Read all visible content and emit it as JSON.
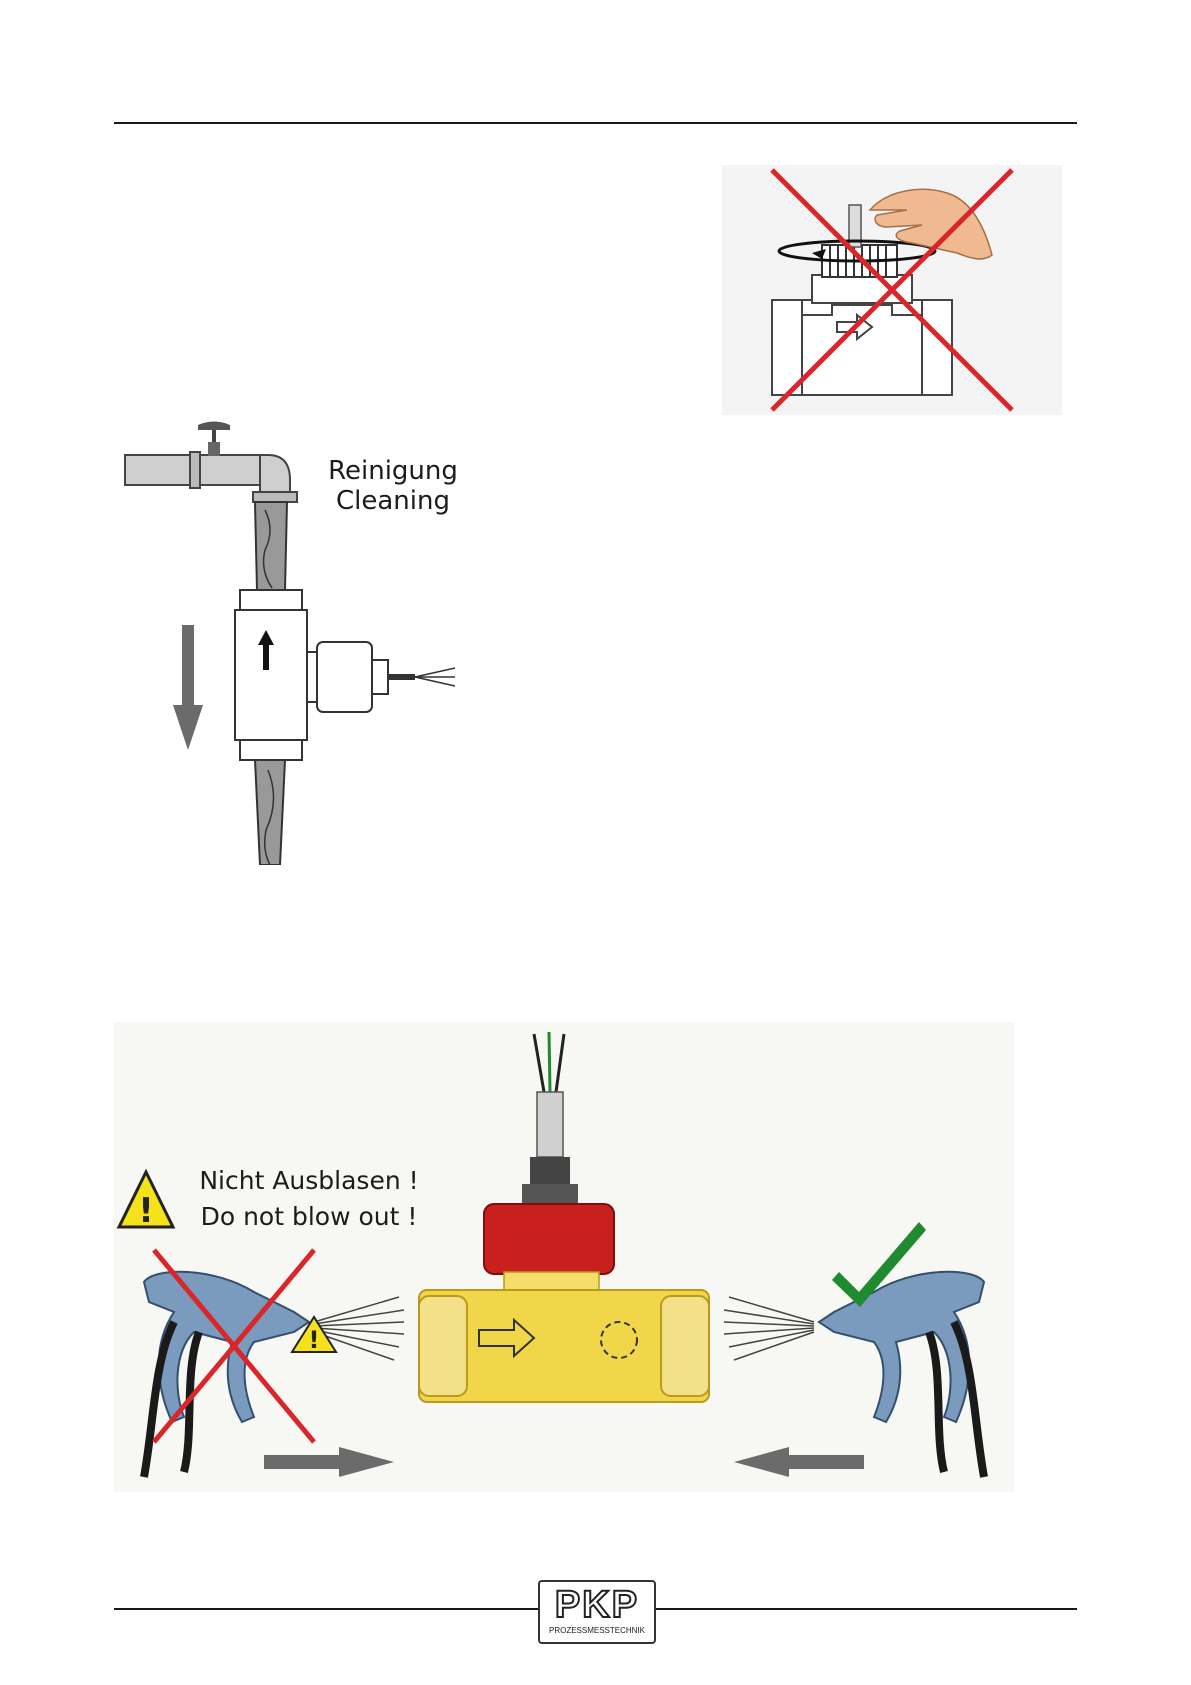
{
  "cleaning_figure": {
    "title_line1": "Reinigung",
    "title_line2": "Cleaning"
  },
  "blowout_figure": {
    "warning_line1": "Nicht Ausblasen !",
    "warning_line2": "Do not blow out !"
  },
  "footer": {
    "logo_text": "PKP",
    "logo_subtext": "PROZESSMESSTECHNIK"
  },
  "colors": {
    "cross_red": "#d9262b",
    "check_green": "#1f8a2f",
    "sensor_red": "#c8201c",
    "body_yellow": "#f2d64a",
    "gun_blue": "#7a9bbd",
    "warning_yellow": "#f5e21a"
  }
}
